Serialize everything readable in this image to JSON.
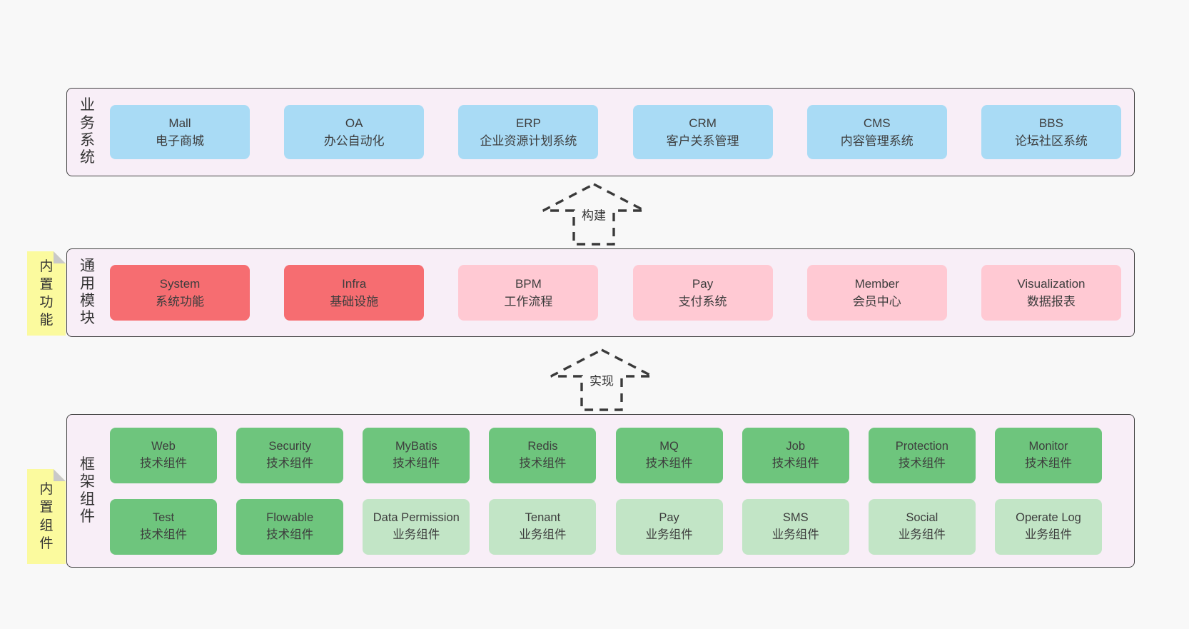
{
  "diagram": {
    "arrow_build": {
      "label": "构建"
    },
    "arrow_implement": {
      "label": "实现"
    },
    "layer_business": {
      "title": "业务系统",
      "boxes": [
        {
          "name": "Mall",
          "desc": "电子商城"
        },
        {
          "name": "OA",
          "desc": "办公自动化"
        },
        {
          "name": "ERP",
          "desc": "企业资源计划系统"
        },
        {
          "name": "CRM",
          "desc": "客户关系管理"
        },
        {
          "name": "CMS",
          "desc": "内容管理系统"
        },
        {
          "name": "BBS",
          "desc": "论坛社区系统"
        }
      ]
    },
    "layer_modules": {
      "title": "通用模块",
      "note": "内置功能",
      "boxes": [
        {
          "name": "System",
          "desc": "系统功能"
        },
        {
          "name": "Infra",
          "desc": "基础设施"
        },
        {
          "name": "BPM",
          "desc": "工作流程"
        },
        {
          "name": "Pay",
          "desc": "支付系统"
        },
        {
          "name": "Member",
          "desc": "会员中心"
        },
        {
          "name": "Visualization",
          "desc": "数据报表"
        }
      ]
    },
    "layer_components": {
      "title": "框架组件",
      "note": "内置组件",
      "row1": [
        {
          "name": "Web",
          "desc": "技术组件"
        },
        {
          "name": "Security",
          "desc": "技术组件"
        },
        {
          "name": "MyBatis",
          "desc": "技术组件"
        },
        {
          "name": "Redis",
          "desc": "技术组件"
        },
        {
          "name": "MQ",
          "desc": "技术组件"
        },
        {
          "name": "Job",
          "desc": "技术组件"
        },
        {
          "name": "Protection",
          "desc": "技术组件"
        },
        {
          "name": "Monitor",
          "desc": "技术组件"
        }
      ],
      "row2": [
        {
          "name": "Test",
          "desc": "技术组件"
        },
        {
          "name": "Flowable",
          "desc": "技术组件"
        },
        {
          "name": "Data Permission",
          "desc": "业务组件"
        },
        {
          "name": "Tenant",
          "desc": "业务组件"
        },
        {
          "name": "Pay",
          "desc": "业务组件"
        },
        {
          "name": "SMS",
          "desc": "业务组件"
        },
        {
          "name": "Social",
          "desc": "业务组件"
        },
        {
          "name": "Operate Log",
          "desc": "业务组件"
        }
      ]
    },
    "colors": {
      "page_bg": "#f8f8f8",
      "layer_bg": "#f8eef7",
      "layer_border": "#404040",
      "blue_box": "#a9dbf5",
      "red_box": "#f66d71",
      "pink_box": "#ffc9d3",
      "green_box": "#6ec57d",
      "light_green_box": "#c2e5c6",
      "note_bg": "#fbfa9e",
      "note_fold": "#c9c9c9",
      "arrow": "#3a3a3a",
      "text": "#3d3d3d"
    }
  }
}
